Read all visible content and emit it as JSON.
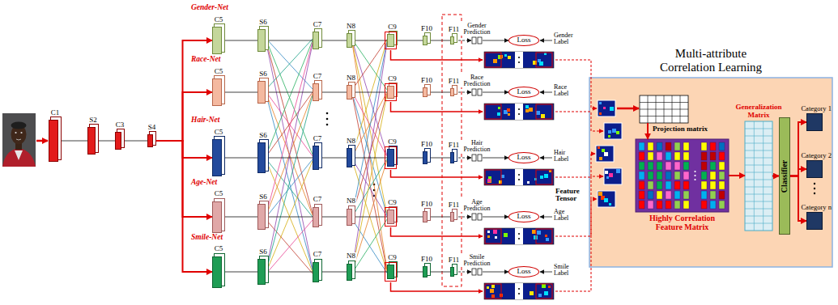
{
  "diagram": {
    "nodes": [
      {
        "text": [
          "C1"
        ]
      },
      {
        "text": [
          "S2"
        ]
      },
      {
        "text": [
          "C3"
        ]
      },
      {
        "text": [
          "S4"
        ]
      },
      {
        "text": [
          "C5"
        ]
      },
      {
        "text": [
          "S6"
        ]
      },
      {
        "text": [
          "C7"
        ]
      },
      {
        "text": [
          "N8"
        ]
      },
      {
        "text": [
          "C9"
        ]
      },
      {
        "text": [
          "F10"
        ]
      },
      {
        "text": [
          "F11"
        ]
      },
      {
        "text": [
          "Gender Prediction"
        ]
      },
      {
        "text": [
          "Loss"
        ]
      },
      {
        "text": [
          "C5"
        ]
      },
      {
        "text": [
          "S6"
        ]
      },
      {
        "text": [
          "C7"
        ]
      },
      {
        "text": [
          "N8"
        ]
      },
      {
        "text": [
          "C9"
        ]
      },
      {
        "text": [
          "F10"
        ]
      },
      {
        "text": [
          "F11"
        ]
      },
      {
        "text": [
          "Race Prediction"
        ]
      },
      {
        "text": [
          "Loss"
        ]
      },
      {
        "text": [
          "C5"
        ]
      },
      {
        "text": [
          "S6"
        ]
      },
      {
        "text": [
          "C7"
        ]
      },
      {
        "text": [
          "N8"
        ]
      },
      {
        "text": [
          "C9"
        ]
      },
      {
        "text": [
          "F10"
        ]
      },
      {
        "text": [
          "F11"
        ]
      },
      {
        "text": [
          "Hair Prediction"
        ]
      },
      {
        "text": [
          "Loss"
        ]
      },
      {
        "text": [
          "C5"
        ]
      },
      {
        "text": [
          "S6"
        ]
      },
      {
        "text": [
          "C7"
        ]
      },
      {
        "text": [
          "N8"
        ]
      },
      {
        "text": [
          "C9"
        ]
      },
      {
        "text": [
          "F10"
        ]
      },
      {
        "text": [
          "F11"
        ]
      },
      {
        "text": [
          "Age Prediction"
        ]
      },
      {
        "text": [
          "Loss"
        ]
      },
      {
        "text": [
          "C5"
        ]
      },
      {
        "text": [
          "S6"
        ]
      },
      {
        "text": [
          "C7"
        ]
      },
      {
        "text": [
          "N8"
        ]
      },
      {
        "text": [
          "C9"
        ]
      },
      {
        "text": [
          "F10"
        ]
      },
      {
        "text": [
          "F11"
        ]
      },
      {
        "text": [
          "Smile Prediction"
        ]
      },
      {
        "text": [
          "Loss"
        ]
      },
      {
        "text": [
          "Multi-attribute Correlation Learning"
        ]
      },
      {
        "text": [
          "Projection matrix"
        ],
        "in": 49
      },
      {
        "text": [
          "Highly Correlation Feature Matrix"
        ],
        "in": 49
      },
      {
        "text": [
          "Generalization Matrix"
        ],
        "in": 49
      },
      {
        "text": [
          "Classifier"
        ],
        "in": 49
      },
      {
        "text": [
          "Category 1"
        ],
        "in": 49
      },
      {
        "text": [
          "Category 2"
        ],
        "in": 49
      },
      {
        "text": [
          "Category n"
        ],
        "in": 49
      }
    ],
    "edges": [
      {
        "from": 0,
        "to": 1,
        "arrow": "none"
      },
      {
        "from": 1,
        "to": 2,
        "arrow": "none"
      },
      {
        "from": 2,
        "to": 3,
        "arrow": "none"
      },
      {
        "from": 3,
        "to": 4,
        "arrow": "to"
      },
      {
        "from": 3,
        "to": 13,
        "arrow": "to"
      },
      {
        "from": 3,
        "to": 22,
        "arrow": "to"
      },
      {
        "from": 3,
        "to": 31,
        "arrow": "to"
      },
      {
        "from": 3,
        "to": 40,
        "arrow": "to"
      },
      {
        "from": 4,
        "to": 5,
        "arrow": "none"
      },
      {
        "from": 5,
        "to": 6,
        "arrow": "none"
      },
      {
        "from": 6,
        "to": 7,
        "arrow": "none"
      },
      {
        "from": 7,
        "to": 8,
        "arrow": "none"
      },
      {
        "from": 8,
        "to": 9,
        "arrow": "none"
      },
      {
        "from": 9,
        "to": 10,
        "arrow": "none"
      },
      {
        "from": 10,
        "to": 11,
        "arrow": "to"
      },
      {
        "from": 11,
        "to": 12,
        "arrow": "to"
      },
      {
        "from": 13,
        "to": 14,
        "arrow": "none"
      },
      {
        "from": 14,
        "to": 15,
        "arrow": "none"
      },
      {
        "from": 15,
        "to": 16,
        "arrow": "none"
      },
      {
        "from": 16,
        "to": 17,
        "arrow": "none"
      },
      {
        "from": 17,
        "to": 18,
        "arrow": "none"
      },
      {
        "from": 18,
        "to": 19,
        "arrow": "none"
      },
      {
        "from": 19,
        "to": 20,
        "arrow": "to"
      },
      {
        "from": 20,
        "to": 21,
        "arrow": "to"
      },
      {
        "from": 22,
        "to": 23,
        "arrow": "none"
      },
      {
        "from": 23,
        "to": 24,
        "arrow": "none"
      },
      {
        "from": 24,
        "to": 25,
        "arrow": "none"
      },
      {
        "from": 25,
        "to": 26,
        "arrow": "none"
      },
      {
        "from": 26,
        "to": 27,
        "arrow": "none"
      },
      {
        "from": 27,
        "to": 28,
        "arrow": "none"
      },
      {
        "from": 28,
        "to": 29,
        "arrow": "to"
      },
      {
        "from": 29,
        "to": 30,
        "arrow": "to"
      },
      {
        "from": 31,
        "to": 32,
        "arrow": "none"
      },
      {
        "from": 32,
        "to": 33,
        "arrow": "none"
      },
      {
        "from": 33,
        "to": 34,
        "arrow": "none"
      },
      {
        "from": 34,
        "to": 35,
        "arrow": "none"
      },
      {
        "from": 35,
        "to": 36,
        "arrow": "none"
      },
      {
        "from": 36,
        "to": 37,
        "arrow": "none"
      },
      {
        "from": 37,
        "to": 38,
        "arrow": "to"
      },
      {
        "from": 38,
        "to": 39,
        "arrow": "to"
      },
      {
        "from": 40,
        "to": 41,
        "arrow": "none"
      },
      {
        "from": 41,
        "to": 42,
        "arrow": "none"
      },
      {
        "from": 42,
        "to": 43,
        "arrow": "none"
      },
      {
        "from": 43,
        "to": 44,
        "arrow": "none"
      },
      {
        "from": 44,
        "to": 45,
        "arrow": "none"
      },
      {
        "from": 45,
        "to": 46,
        "arrow": "none"
      },
      {
        "from": 46,
        "to": 47,
        "arrow": "to"
      },
      {
        "from": 47,
        "to": 48,
        "arrow": "to"
      },
      {
        "from": 50,
        "to": 51,
        "arrow": "to"
      },
      {
        "from": 51,
        "to": 52,
        "arrow": "to"
      },
      {
        "from": 52,
        "to": 53,
        "arrow": "to"
      },
      {
        "from": 53,
        "to": 54,
        "arrow": "to"
      },
      {
        "from": 53,
        "to": 55,
        "arrow": "to"
      },
      {
        "from": 53,
        "to": 56,
        "arrow": "to"
      }
    ],
    "labels": [
      "Gender-Net",
      "Race-Net",
      "Hair-Net",
      "Age-Net",
      "Smile-Net",
      "Gender Label",
      "Race Label",
      "Hair Label",
      "Age Label",
      "Smile Label",
      "Feature Tensor"
    ]
  }
}
